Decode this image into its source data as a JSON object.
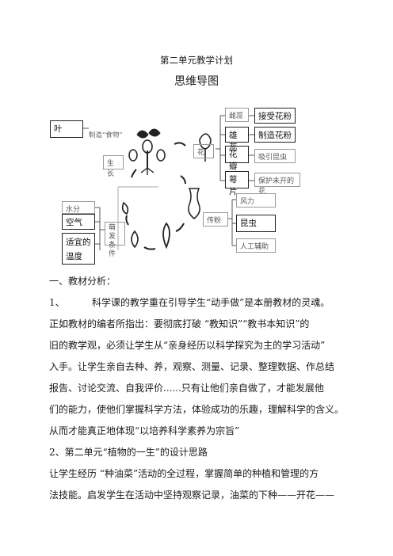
{
  "doc": {
    "unit_plan_title": "第二单元教学计划",
    "mindmap_title": "思维导图"
  },
  "mindmap": {
    "leaf": "叶",
    "make_food": "制造“食物”",
    "grow": "生长",
    "flower": "花",
    "germination_conditions": "萌发条件",
    "water": "水分",
    "air": "空气",
    "temperature": "适宜的温度",
    "pollination": "传粉",
    "parts": [
      {
        "name": "雌蕊",
        "function": "接受花粉"
      },
      {
        "name": "雄蕊",
        "function": "制造花粉"
      },
      {
        "name": "花瓣",
        "function": "吸引昆虫"
      },
      {
        "name": "萼片",
        "function": "保护未开的花"
      }
    ],
    "pollinators": [
      "风力",
      "昆虫",
      "人工辅助"
    ]
  },
  "content": {
    "section1_heading": "一、教材分析：",
    "item1_label": "1、",
    "item1_lines": [
      "科学课的教学重在引导学生“动手做”是本册教材的灵魂。",
      "正如教材的编者所指出：要彻底打破 “教知识”“教书本知识”的",
      "旧的教学观，必须让学生从“亲身经历以科学探究为主的学习活动”",
      "入手。让学生亲自去种、养，观察、测量、记录、整理数据、作总结",
      "报告、讨论交流、自我评价......只有让他们亲自做了，才能发展他",
      "们的能力，使他们掌握科学方法，体验成功的乐趣，理解科学的含义。",
      "从而才能真正地体现“以培养科学素养为宗旨”"
    ],
    "item2": "2、第二单元“植物的一生”的设计思路",
    "item2_lines": [
      "让学生经历 “种油菜”活动的全过程，掌握简单的种植和管理的方",
      "法技能。启发学生在活动中坚持观察记录，油菜的下种——开花——"
    ]
  }
}
